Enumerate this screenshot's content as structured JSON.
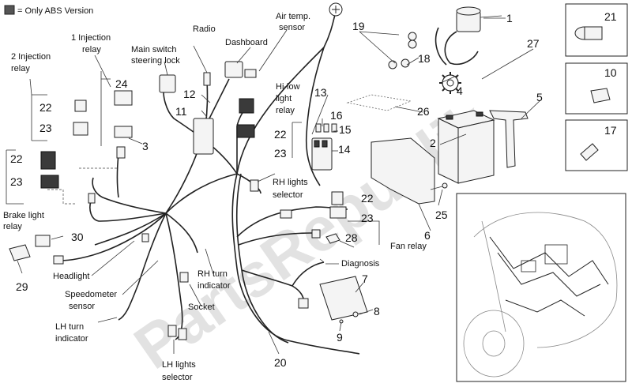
{
  "legend": {
    "text": "= Only ABS Version",
    "swatch_color": "#555555"
  },
  "watermark": "PartsRepublik",
  "labels": {
    "radio": "Radio",
    "dashboard": "Dashboard",
    "air_temp_1": "Air temp.",
    "air_temp_2": "sensor",
    "one_inj_1": "1 Injection",
    "one_inj_2": "relay",
    "two_inj_1": "2 Injection",
    "two_inj_2": "relay",
    "main_switch_1": "Main switch",
    "main_switch_2": "steering lock",
    "hilow_1": "Hi-low",
    "hilow_2": "light",
    "hilow_3": "relay",
    "rh_lights_1": "RH lights",
    "rh_lights_2": "selector",
    "brake_1": "Brake light",
    "brake_2": "relay",
    "fan_relay": "Fan relay",
    "diagnosis": "Diagnosis",
    "headlight": "Headlight",
    "speedo_1": "Speedometer",
    "speedo_2": "sensor",
    "rh_turn_1": "RH turn",
    "rh_turn_2": "indicator",
    "socket": "Socket",
    "lh_turn_1": "LH turn",
    "lh_turn_2": "indicator",
    "lh_lights_1": "LH lights",
    "lh_lights_2": "selector"
  },
  "callouts": {
    "n1": "1",
    "n2": "2",
    "n3": "3",
    "n4": "4",
    "n5": "5",
    "n6": "6",
    "n7": "7",
    "n8": "8",
    "n9": "9",
    "n10": "10",
    "n11": "11",
    "n12": "12",
    "n13": "13",
    "n14": "14",
    "n15": "15",
    "n16": "16",
    "n17": "17",
    "n18": "18",
    "n19": "19",
    "n20": "20",
    "n21": "21",
    "n22a": "22",
    "n22b": "22",
    "n22c": "22",
    "n22d": "22",
    "n23a": "23",
    "n23b": "23",
    "n23c": "23",
    "n23d": "23",
    "n24": "24",
    "n25": "25",
    "n26": "26",
    "n27": "27",
    "n28": "28",
    "n29": "29",
    "n30": "30"
  }
}
